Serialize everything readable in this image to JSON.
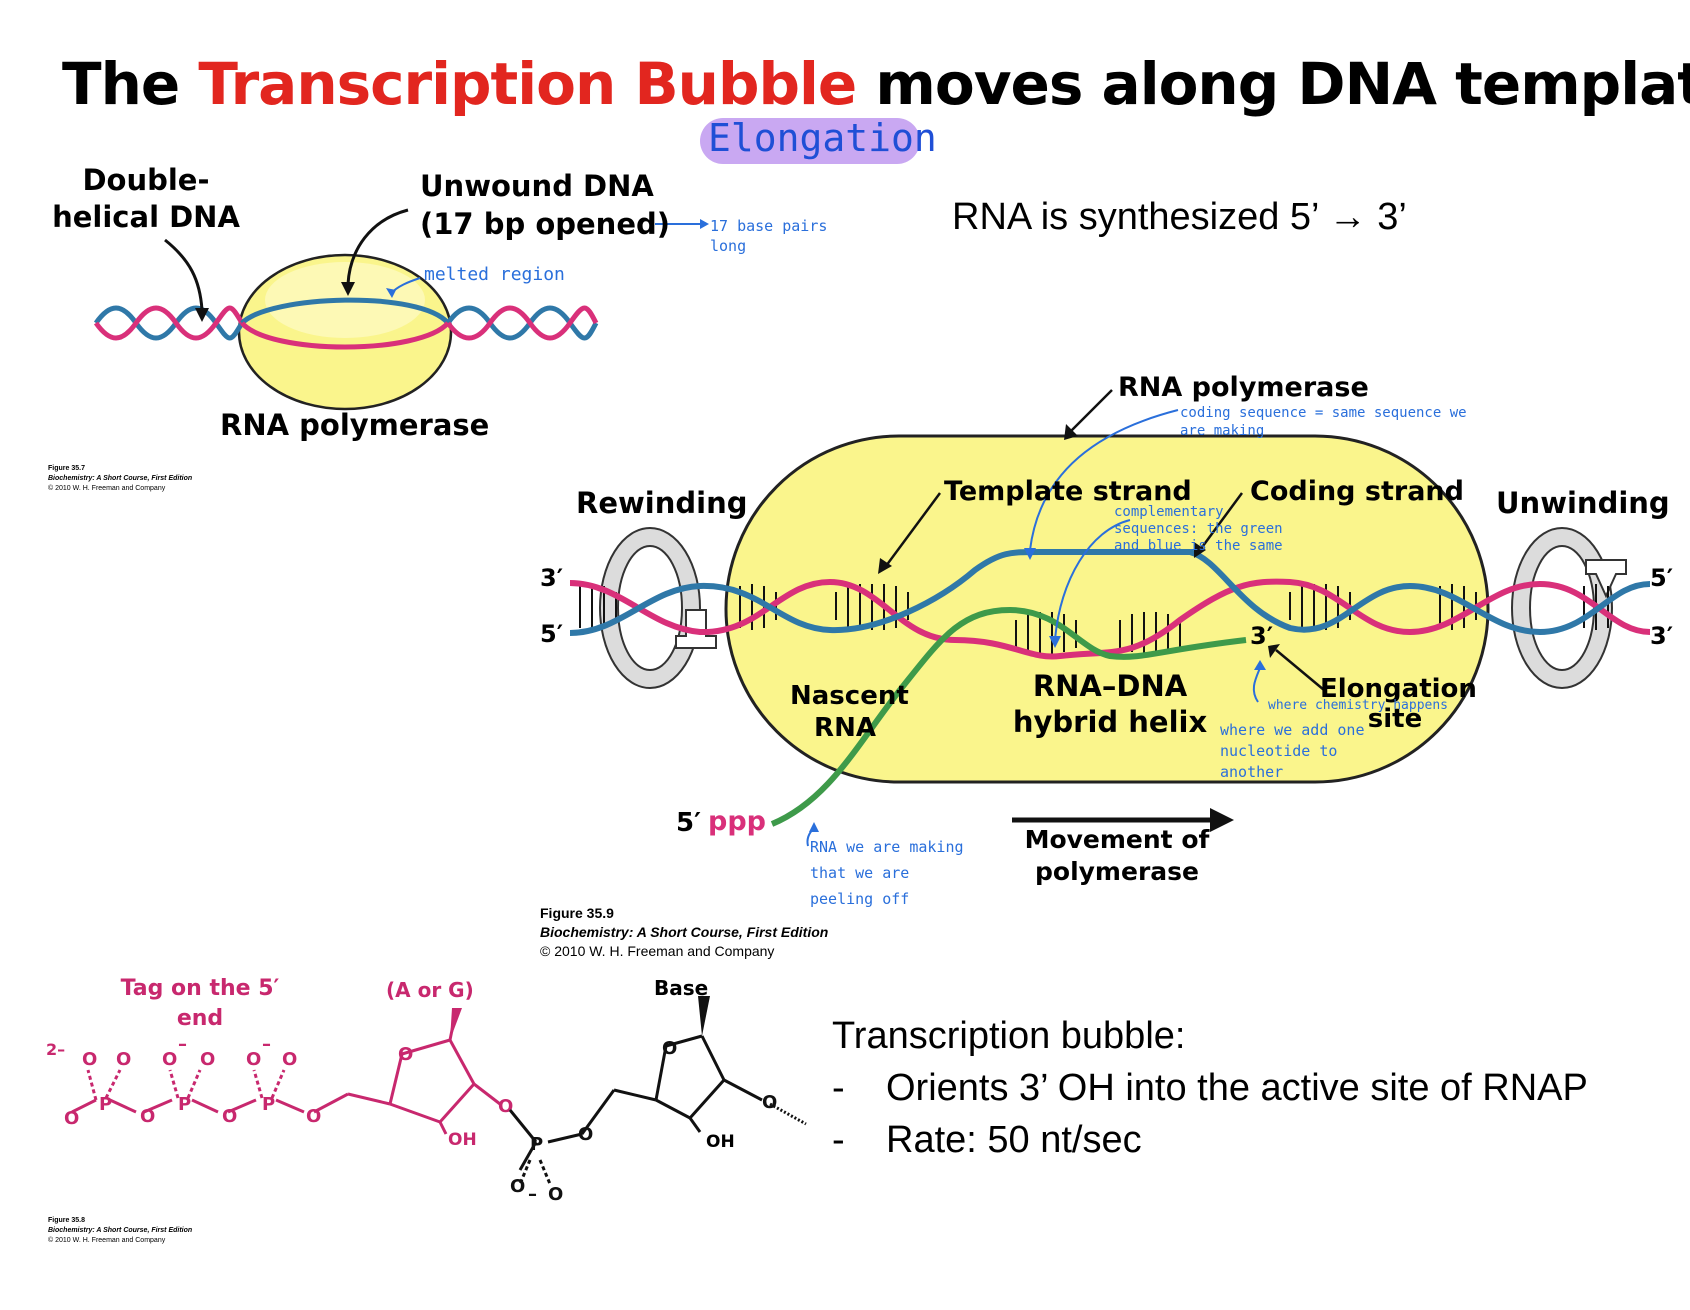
{
  "title": {
    "part1": "The ",
    "highlight": "Transcription Bubble",
    "part2": " moves along DNA template",
    "highlight_color": "#e2261f"
  },
  "elongation_note": "Elongation",
  "statement": "RNA is synthesized 5’ → 3’",
  "figure_35_7": {
    "double_helical_dna": "Double-helical DNA",
    "unwound_dna_line1": "Unwound DNA",
    "unwound_dna_line2": "(17 bp opened)",
    "note_17bp": "17 base pairs long",
    "note_melted": "melted region",
    "rna_polymerase": "RNA polymerase",
    "credit": [
      "Figure 35.7",
      "Biochemistry: A Short Course, First Edition",
      "© 2010 W. H. Freeman and Company"
    ]
  },
  "figure_35_9": {
    "rna_polymerase": "RNA polymerase",
    "note_coding_seq": "coding sequence = same sequence we are making",
    "rewinding": "Rewinding",
    "unwinding": "Unwinding",
    "template_strand": "Template strand",
    "coding_strand": "Coding strand",
    "note_complementary": "complementary sequences: the green and blue is the same",
    "three_prime_left": "3′",
    "five_prime_left": "5′",
    "five_prime_right": "5′",
    "three_prime_right": "3′",
    "three_prime_rna": "3′",
    "nascent_rna": "Nascent RNA",
    "rna_dna_hybrid": "RNA–DNA hybrid helix",
    "elongation_site": "Elongation site",
    "note_where_chemistry": "where chemistry happens",
    "note_add_nucleotide": "where we add one nucleotide to another",
    "five_ppp_prefix": "5′",
    "ppp": "ppp",
    "note_rna_making": "RNA we are making that we are peeling off",
    "movement": "Movement of polymerase",
    "credit": [
      "Figure 35.9",
      "Biochemistry: A Short Course, First Edition",
      "© 2010 W. H. Freeman and Company"
    ]
  },
  "figure_35_8": {
    "tag_label": "Tag on the 5′ end",
    "a_or_g": "(A or G)",
    "base": "Base",
    "charge_2minus": "2–",
    "oh": "OH",
    "credit": [
      "Figure 35.8",
      "Biochemistry: A Short Course, First Edition",
      "© 2010 W. H. Freeman and Company"
    ]
  },
  "transcription_bubble": {
    "heading": "Transcription bubble:",
    "bullets": [
      "Orients 3’ OH into the active site of RNAP",
      "Rate: 50 nt/sec"
    ]
  },
  "colors": {
    "template_strand": "#d9307a",
    "coding_strand": "#2f78a8",
    "rna": "#3e9a4a",
    "polymerase_fill": "#faf58c",
    "annotation_blue": "#2a6fdb",
    "highlight_purple": "#c9a8f2",
    "phosphate_tag": "#c8286e"
  }
}
